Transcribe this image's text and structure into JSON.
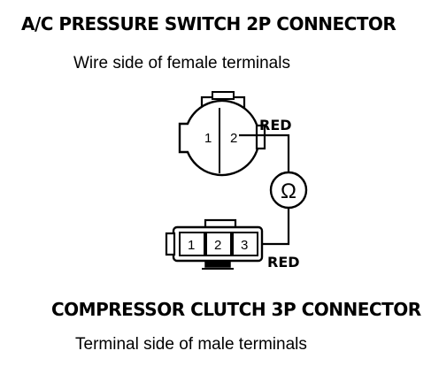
{
  "top_connector": {
    "title": "A/C PRESSURE SWITCH 2P CONNECTOR",
    "subtitle": "Wire side of female terminals",
    "terminals": [
      "1",
      "2"
    ],
    "wire_label": "RED"
  },
  "meter": {
    "symbol": "Ω"
  },
  "bottom_connector": {
    "title": "COMPRESSOR CLUTCH 3P CONNECTOR",
    "subtitle": "Terminal side of male terminals",
    "terminals": [
      "1",
      "2",
      "3"
    ],
    "wire_label": "RED"
  }
}
